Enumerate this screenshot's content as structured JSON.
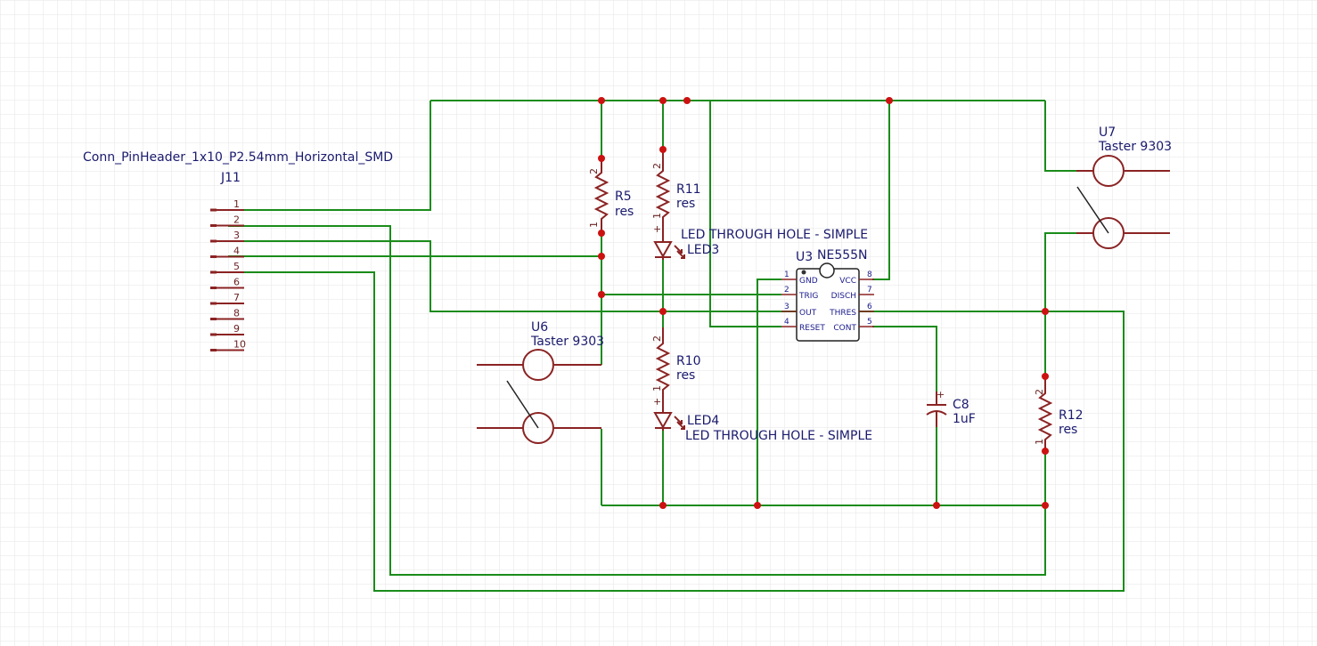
{
  "connector": {
    "footprint": "Conn_PinHeader_1x10_P2.54mm_Horizontal_SMD",
    "ref": "J11",
    "pins": [
      "1",
      "2",
      "3",
      "4",
      "5",
      "6",
      "7",
      "8",
      "9",
      "10"
    ]
  },
  "r5": {
    "ref": "R5",
    "value": "res",
    "pin_top": "2",
    "pin_bottom": "1"
  },
  "r11": {
    "ref": "R11",
    "value": "res",
    "pin_top": "2",
    "pin_bottom": "1"
  },
  "r10": {
    "ref": "R10",
    "value": "res",
    "pin_top": "2",
    "pin_bottom": "1"
  },
  "r12": {
    "ref": "R12",
    "value": "res",
    "pin_top": "2",
    "pin_bottom": "1"
  },
  "led3": {
    "ref": "LED3",
    "value": "LED THROUGH HOLE - SIMPLE",
    "polarity": "+"
  },
  "led4": {
    "ref": "LED4",
    "value": "LED THROUGH HOLE - SIMPLE",
    "polarity": "+"
  },
  "c8": {
    "ref": "C8",
    "value": "1uF",
    "polarity": "+"
  },
  "u6": {
    "ref": "U6",
    "value": "Taster 9303"
  },
  "u7": {
    "ref": "U7",
    "value": "Taster 9303"
  },
  "u3": {
    "ref": "U3",
    "value": "NE555N",
    "left_pins": [
      {
        "num": "1",
        "name": "GND"
      },
      {
        "num": "2",
        "name": "TRIG"
      },
      {
        "num": "3",
        "name": "OUT"
      },
      {
        "num": "4",
        "name": "RESET"
      }
    ],
    "right_pins": [
      {
        "num": "8",
        "name": "VCC"
      },
      {
        "num": "7",
        "name": "DISCH"
      },
      {
        "num": "6",
        "name": "THRES"
      },
      {
        "num": "5",
        "name": "CONT"
      }
    ]
  },
  "colors": {
    "wire": "#1a8c1a",
    "component": "#8b2323",
    "junction": "#cc1111",
    "label": "#1a1a6e",
    "vcc_pin": "#cc1111",
    "grid": "#e8e8e8"
  }
}
